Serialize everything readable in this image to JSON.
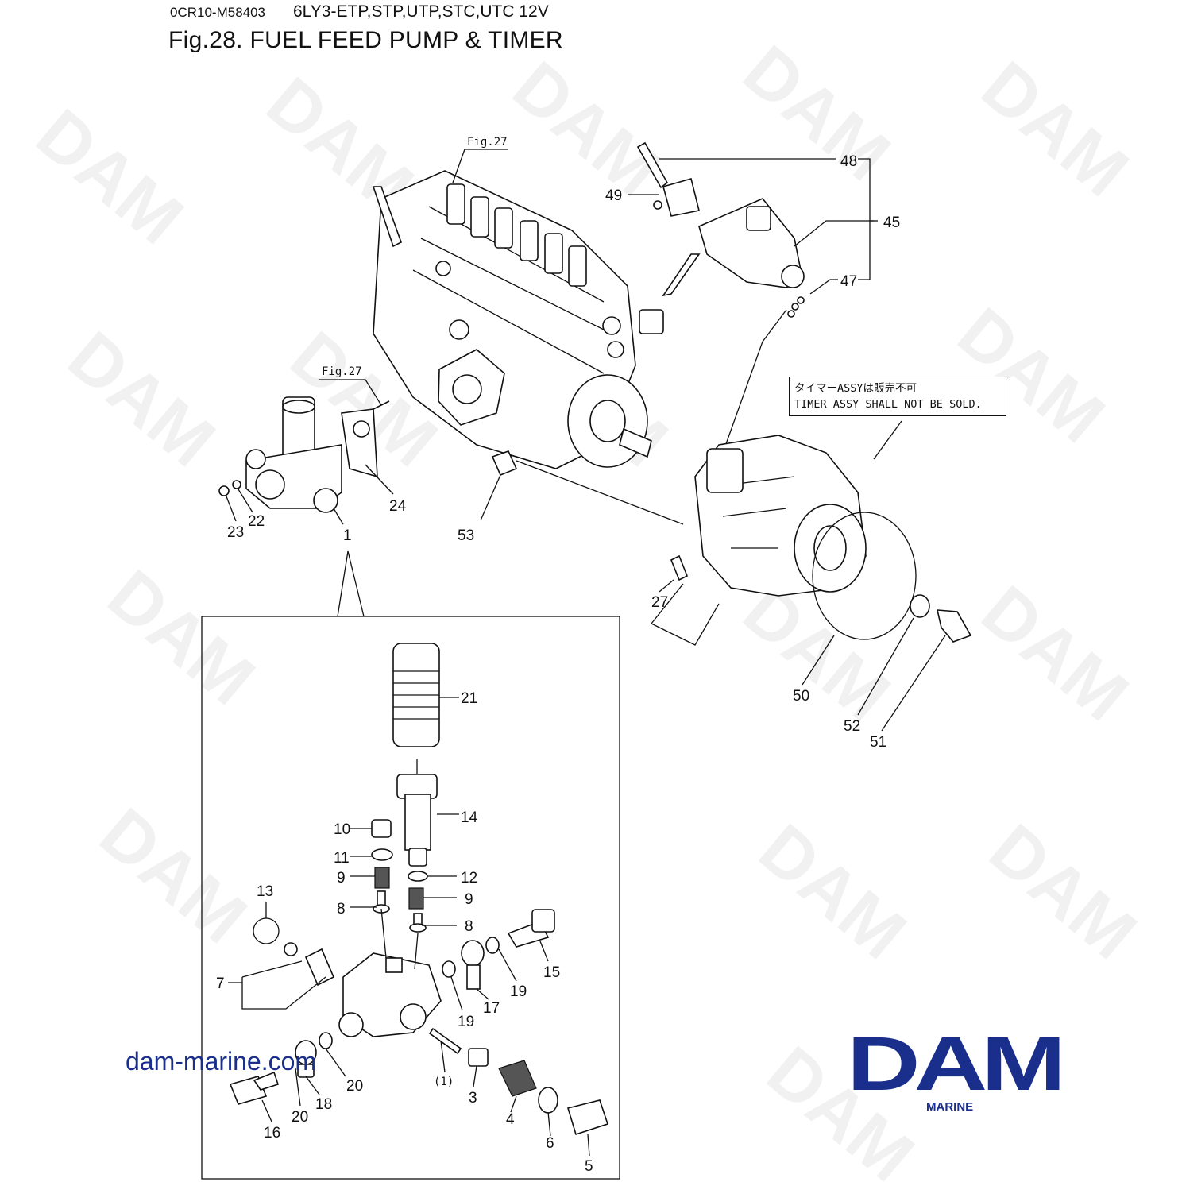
{
  "header": {
    "doc_code": "0CR10-M58403",
    "model": "6LY3-ETP,STP,UTP,STC,UTC 12V",
    "title": "Fig.28.  FUEL FEED PUMP & TIMER"
  },
  "refs": {
    "fig27_top": "Fig.27",
    "fig27_left": "Fig.27"
  },
  "note": {
    "line1": "タイマーASSYは販売不可",
    "line2": "TIMER ASSY SHALL NOT BE SOLD."
  },
  "labels": {
    "p1": "1",
    "p3": "3",
    "p4": "4",
    "p5": "5",
    "p6": "6",
    "p7": "7",
    "p8a": "8",
    "p8b": "8",
    "p9a": "9",
    "p9b": "9",
    "p10": "10",
    "p11": "11",
    "p12": "12",
    "p13": "13",
    "p14": "14",
    "p15": "15",
    "p16": "16",
    "p17": "17",
    "p18": "18",
    "p19a": "19",
    "p19b": "19",
    "p20a": "20",
    "p20b": "20",
    "p21": "21",
    "p22": "22",
    "p23": "23",
    "p24": "24",
    "p27": "27",
    "p45": "45",
    "p47": "47",
    "p48": "48",
    "p49": "49",
    "p50": "50",
    "p51": "51",
    "p52": "52",
    "p53": "53",
    "p1sub": "(1)"
  },
  "watermark": "DAM",
  "footer": {
    "website": "dam-marine.com",
    "logo": "DAM",
    "logo_sub": "MARINE"
  },
  "colors": {
    "brand": "#1a2e8c",
    "line": "#111111"
  }
}
